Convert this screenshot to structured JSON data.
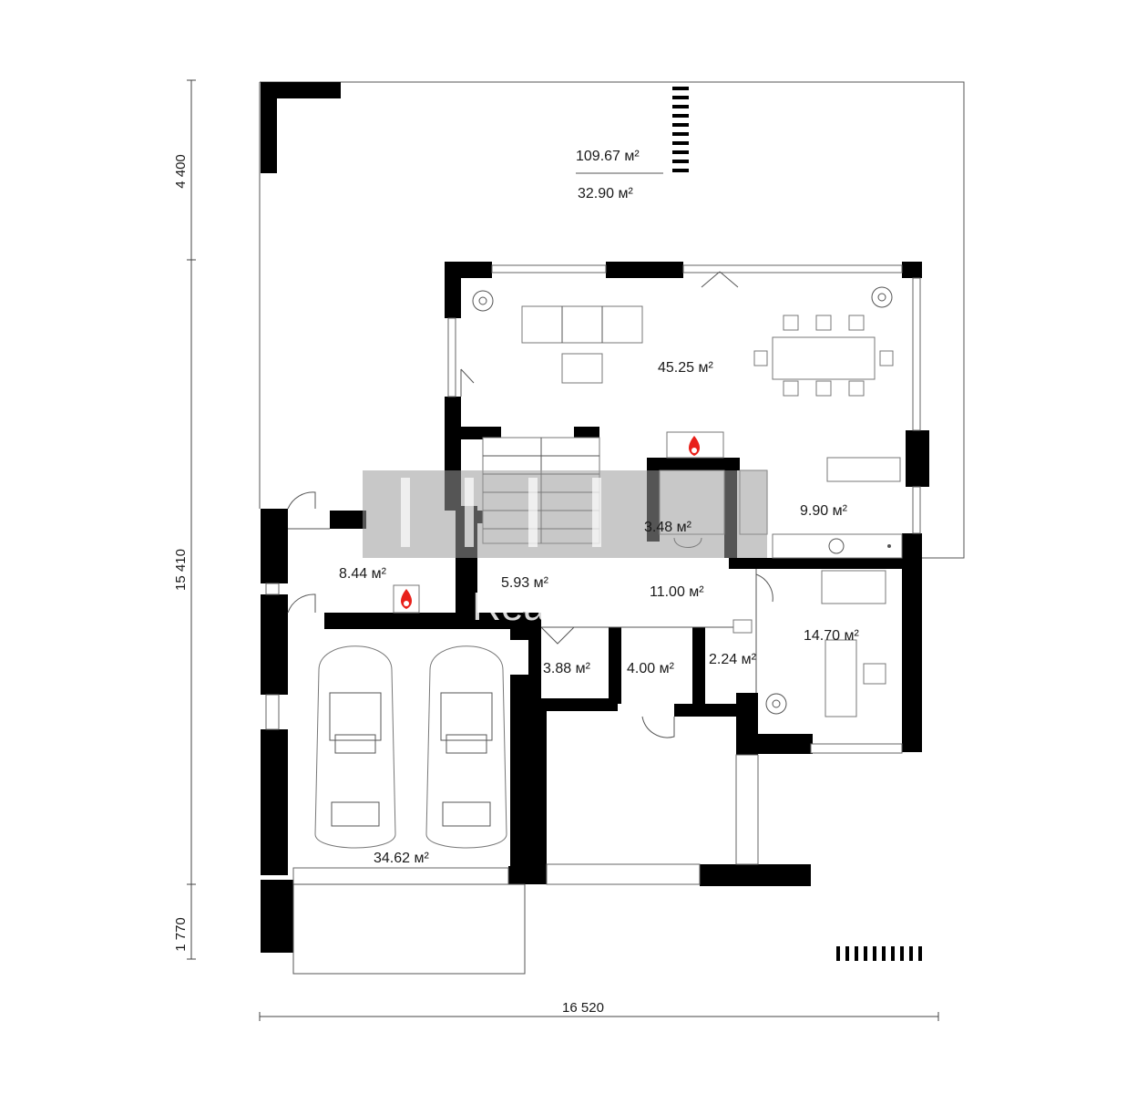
{
  "dimensions": {
    "top_left_vertical": "4 400",
    "middle_left_vertical": "15 410",
    "bottom_left_vertical": "1 770",
    "bottom_horizontal": "16 520"
  },
  "areas": {
    "terrace_total": "109.67 м²",
    "terrace_covered": "32.90 м²",
    "living": "45.25 м²",
    "kitchen": "9.90 м²",
    "bath_small": "3.48 м²",
    "entry": "8.44 м²",
    "stair": "5.93 м²",
    "hall": "11.00 м²",
    "study": "14.70 м²",
    "store_a": "3.88 м²",
    "store_b": "4.00 м²",
    "wc": "2.24 м²",
    "garage": "34.62 м²"
  },
  "watermark": {
    "text": "Real Estate"
  },
  "colors": {
    "wall": "#000000",
    "fireplace": "#e8201a",
    "watermark_block": "#9a9a9a"
  },
  "icons": [
    "fireplace-icon",
    "plant-icon",
    "car-icon",
    "north-stairs-icon"
  ]
}
